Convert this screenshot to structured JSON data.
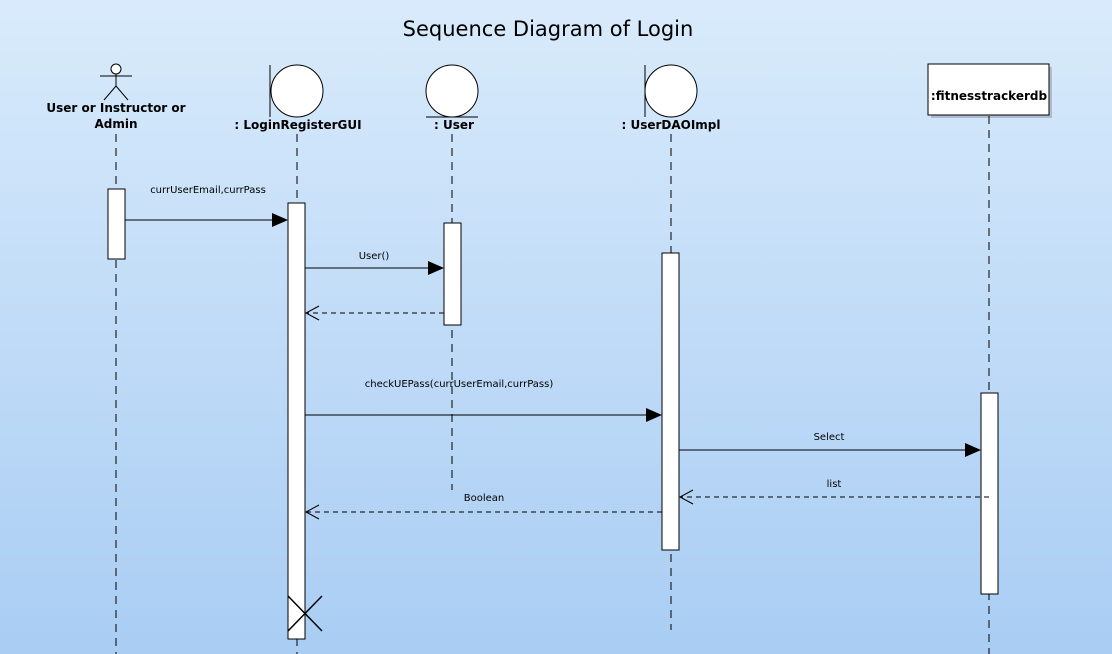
{
  "title": "Sequence Diagram of Login",
  "lifelines": [
    {
      "id": "actor",
      "kind": "actor",
      "label_lines": [
        "User or Instructor or",
        "Admin"
      ]
    },
    {
      "id": "gui",
      "kind": "boundary",
      "label_lines": [
        ": LoginRegisterGUI"
      ]
    },
    {
      "id": "user",
      "kind": "entity",
      "label_lines": [
        ": User"
      ]
    },
    {
      "id": "dao",
      "kind": "boundary",
      "label_lines": [
        ": UserDAOImpl"
      ]
    },
    {
      "id": "db",
      "kind": "object",
      "label_lines": [
        ":fitnesstrackerdb"
      ]
    }
  ],
  "messages": [
    {
      "id": "m1",
      "from": "actor",
      "to": "gui",
      "kind": "sync",
      "label": "currUserEmail,currPass"
    },
    {
      "id": "m2",
      "from": "gui",
      "to": "user",
      "kind": "sync",
      "label": "User()"
    },
    {
      "id": "m3",
      "from": "user",
      "to": "gui",
      "kind": "return",
      "label": ""
    },
    {
      "id": "m4",
      "from": "gui",
      "to": "dao",
      "kind": "sync",
      "label": "checkUEPass(currUserEmail,currPass)"
    },
    {
      "id": "m5",
      "from": "dao",
      "to": "db",
      "kind": "sync",
      "label": "Select"
    },
    {
      "id": "m6",
      "from": "db",
      "to": "dao",
      "kind": "return",
      "label": "list"
    },
    {
      "id": "m7",
      "from": "dao",
      "to": "gui",
      "kind": "return",
      "label": "Boolean"
    }
  ],
  "destruction": {
    "lifeline": "gui"
  }
}
